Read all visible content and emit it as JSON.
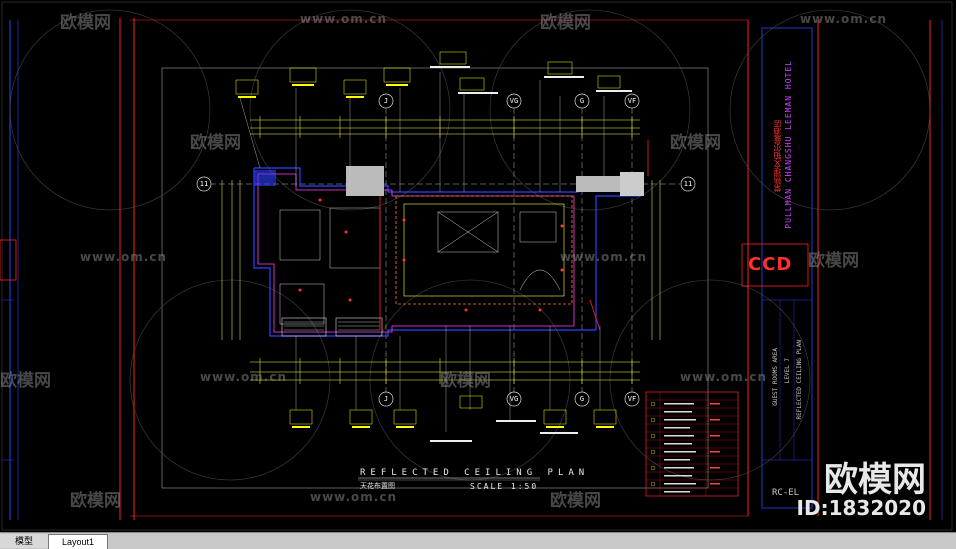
{
  "watermark": {
    "url_text": "www.om.cn",
    "brand_text": "欧模网",
    "big_text": "欧模网",
    "id_text": "ID:1832020"
  },
  "plan": {
    "title": "REFLECTED CEILING PLAN",
    "subtitle": "天花布置图",
    "scale": "SCALE 1:50"
  },
  "title_block": {
    "logo": "CCD",
    "hotel_en": "PULLMAN CHANGSHU LEEMAN HOTEL",
    "hotel_cn": "常熟理文铂尔曼酒店",
    "area": "GUEST ROOMS AREA",
    "level": "LEVEL 7",
    "drawing": "REFLECTED CEILING PLAN",
    "code": "RC-EL"
  },
  "grid_labels": {
    "g11_left": "11",
    "g11_right": "11",
    "gJ_top": "J",
    "gVG_top": "VG",
    "gG_top": "G",
    "gVF_top": "VF",
    "gJ_bot": "J",
    "gVG_bot": "VG",
    "gG_bot": "G",
    "gVF_bot": "VF"
  },
  "tabs": {
    "model": "模型",
    "layout": "Layout1"
  },
  "colors": {
    "frame_red": "#ff2020",
    "frame_blue": "#3040ff",
    "wall_magenta": "#ff40ff",
    "dim_yellow": "#ffff40",
    "grid_white": "#ffffff",
    "tag_yellow": "#ffff00"
  }
}
